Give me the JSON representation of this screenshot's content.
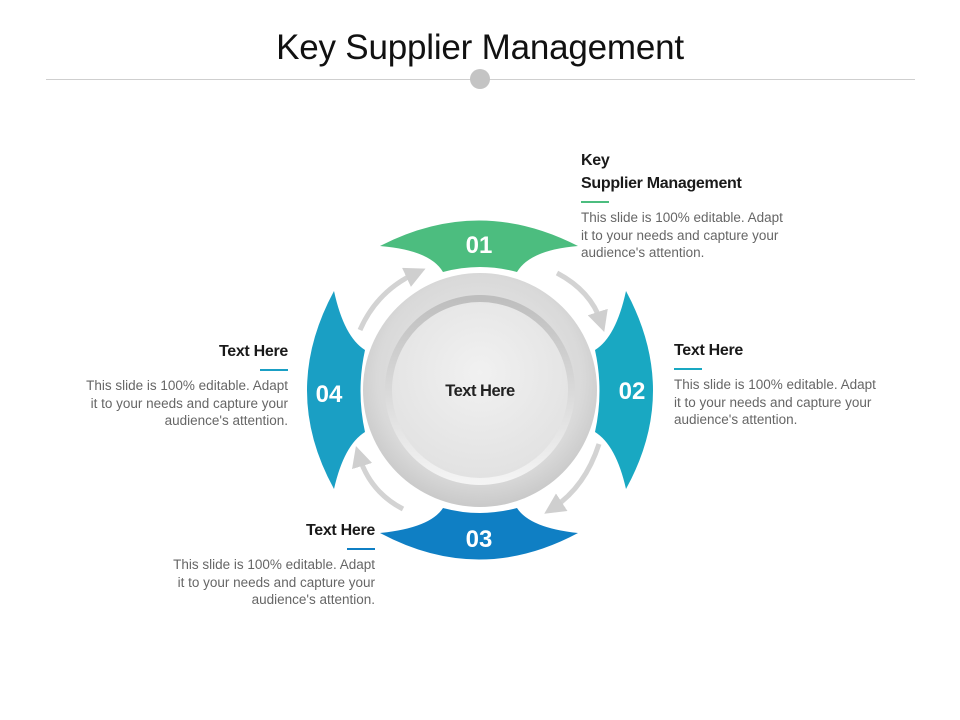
{
  "title": "Key Supplier Management",
  "center_label": "Text Here",
  "colors": {
    "step_01": "#4cbd7f",
    "step_02": "#19a8c2",
    "step_03": "#0f7fc4",
    "step_04": "#1a9fc4",
    "arrow": "#d3d3d3",
    "ring_outer": "#d6d6d6",
    "ring_inner": "#e6e6e6"
  },
  "steps": [
    {
      "number": "01",
      "heading_line1": "Key",
      "heading_line2": "Supplier Management",
      "body": [
        "This slide is 100% editable. Adapt",
        "it to your needs and capture your",
        "audience's attention."
      ]
    },
    {
      "number": "02",
      "heading_line1": "Text Here",
      "body": [
        "This slide is 100% editable. Adapt",
        "it to your needs and capture your",
        "audience's attention."
      ]
    },
    {
      "number": "03",
      "heading_line1": "Text Here",
      "body": [
        "This slide is 100% editable. Adapt",
        "it to your needs and capture your",
        "audience's attention."
      ]
    },
    {
      "number": "04",
      "heading_line1": "Text Here",
      "body": [
        "This slide is 100% editable. Adapt",
        "it to your needs and capture your",
        "audience's attention."
      ]
    }
  ]
}
